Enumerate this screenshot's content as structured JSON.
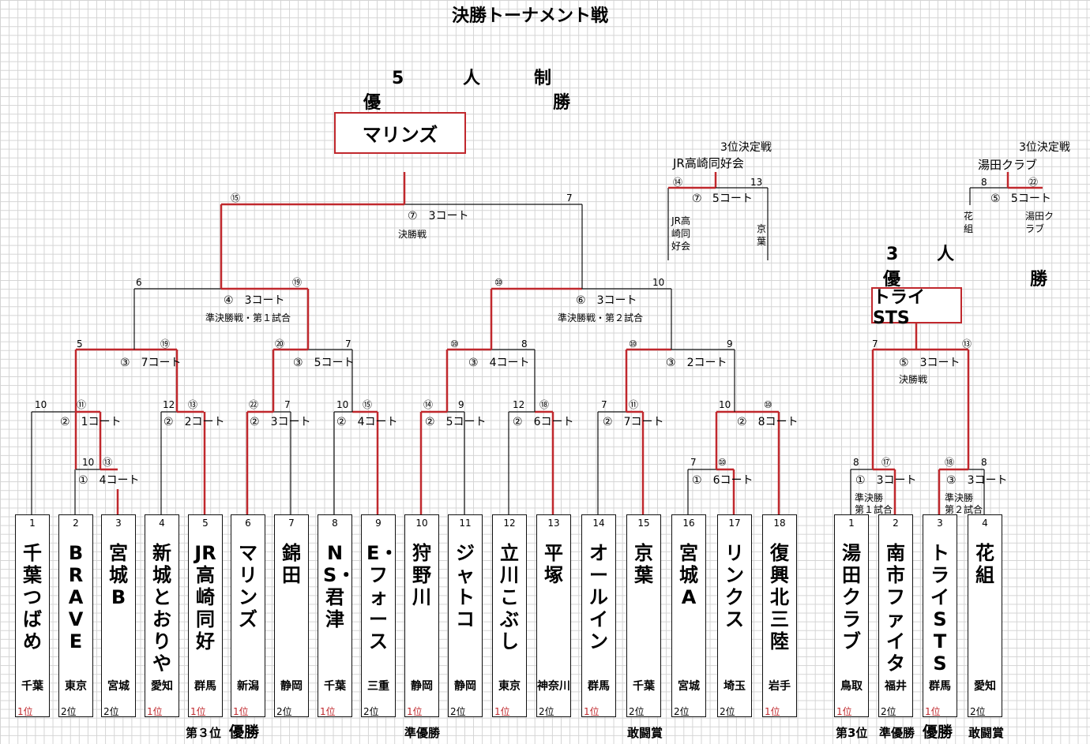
{
  "title": "決勝トーナメント戦",
  "five": {
    "header": [
      "5",
      "人",
      "制"
    ],
    "champion_label": [
      "優",
      "勝"
    ],
    "champion": "マリンズ",
    "third_place": {
      "title": "3位決定戦",
      "winner": "JR高崎同好会",
      "mark": "⑦",
      "court": "5コート",
      "score_left": "⑭",
      "score_right": "13",
      "left_team": "JR高崎同好会",
      "right_team": "京葉"
    }
  },
  "three": {
    "header": [
      "3",
      "人"
    ],
    "champion_label": [
      "優",
      "勝"
    ],
    "champion": "トライSTS",
    "third_place": {
      "title": "3位決定戦",
      "winner": "湯田クラブ",
      "mark": "⑤",
      "court": "5コート",
      "score_left": "8",
      "score_right": "㉒",
      "left_team": "花組",
      "right_team": "湯田クラブ"
    }
  },
  "match_labels": [
    {
      "mark": "⑦",
      "court": "3コート",
      "sub": "決勝戦"
    },
    {
      "mark": "④",
      "court": "3コート",
      "sub": "準決勝戦・第１試合"
    },
    {
      "mark": "⑥",
      "court": "3コート",
      "sub": "準決勝戦・第２試合"
    },
    {
      "mark": "③",
      "court": "7コート"
    },
    {
      "mark": "③",
      "court": "5コート"
    },
    {
      "mark": "③",
      "court": "4コート"
    },
    {
      "mark": "③",
      "court": "2コート"
    },
    {
      "mark": "②",
      "court": "1コート"
    },
    {
      "mark": "②",
      "court": "2コート"
    },
    {
      "mark": "②",
      "court": "3コート"
    },
    {
      "mark": "②",
      "court": "4コート"
    },
    {
      "mark": "②",
      "court": "5コート"
    },
    {
      "mark": "②",
      "court": "6コート"
    },
    {
      "mark": "②",
      "court": "7コート"
    },
    {
      "mark": "②",
      "court": "8コート"
    },
    {
      "mark": "①",
      "court": "4コート"
    },
    {
      "mark": "①",
      "court": "6コート"
    },
    {
      "mark": "⑤",
      "court": "3コート",
      "sub": "決勝戦"
    },
    {
      "mark": "①",
      "court": "3コート",
      "sub": "準決勝\n第１試合"
    },
    {
      "mark": "③",
      "court": "3コート",
      "sub": "準決勝\n第２試合"
    }
  ],
  "scores": [
    "⑮",
    "7",
    "6",
    "⑲",
    "⑩",
    "10",
    "5",
    "⑲",
    "⑳",
    "7",
    "⑩",
    "8",
    "⑩",
    "9",
    "10",
    "⑪",
    "12",
    "⑬",
    "㉒",
    "7",
    "10",
    "⑮",
    "⑭",
    "9",
    "12",
    "⑱",
    "7",
    "⑪",
    "10",
    "⑩",
    "10",
    "⑬",
    "7",
    "⑩",
    "7",
    "⑬",
    "8",
    "⑰",
    "⑱",
    "8"
  ],
  "teams": [
    {
      "no": "1",
      "name": "千葉つばめ",
      "pref": "千葉",
      "rank": "1位"
    },
    {
      "no": "2",
      "name": "BRAVE",
      "pref": "東京",
      "rank": "2位"
    },
    {
      "no": "3",
      "name": "宮城B",
      "pref": "宮城",
      "rank": "2位"
    },
    {
      "no": "4",
      "name": "新城とおりや",
      "pref": "愛知",
      "rank": "1位"
    },
    {
      "no": "5",
      "name": "JR高崎同好",
      "pref": "群馬",
      "rank": "1位"
    },
    {
      "no": "6",
      "name": "マリンズ",
      "pref": "新潟",
      "rank": "1位"
    },
    {
      "no": "7",
      "name": "錦田",
      "pref": "静岡",
      "rank": "2位"
    },
    {
      "no": "8",
      "name": "NS・君津",
      "pref": "千葉",
      "rank": "1位"
    },
    {
      "no": "9",
      "name": "E・フォース",
      "pref": "三重",
      "rank": "2位"
    },
    {
      "no": "10",
      "name": "狩野川",
      "pref": "静岡",
      "rank": "1位"
    },
    {
      "no": "11",
      "name": "ジャトコ",
      "pref": "静岡",
      "rank": "2位"
    },
    {
      "no": "12",
      "name": "立川こぶし",
      "pref": "東京",
      "rank": "1位"
    },
    {
      "no": "13",
      "name": "平塚",
      "pref": "神奈川",
      "rank": "2位"
    },
    {
      "no": "14",
      "name": "オールイン",
      "pref": "群馬",
      "rank": "1位"
    },
    {
      "no": "15",
      "name": "京葉",
      "pref": "千葉",
      "rank": "2位"
    },
    {
      "no": "16",
      "name": "宮城A",
      "pref": "宮城",
      "rank": "2位"
    },
    {
      "no": "17",
      "name": "リンクス",
      "pref": "埼玉",
      "rank": "2位"
    },
    {
      "no": "18",
      "name": "復興北三陸",
      "pref": "岩手",
      "rank": "1位"
    }
  ],
  "teams3": [
    {
      "no": "1",
      "name": "湯田クラブ",
      "pref": "鳥取",
      "rank": "1位"
    },
    {
      "no": "2",
      "name": "南市ファイタ",
      "pref": "福井",
      "rank": "2位"
    },
    {
      "no": "3",
      "name": "トライSTS",
      "pref": "群馬",
      "rank": "1位"
    },
    {
      "no": "4",
      "name": "花組",
      "pref": "愛知",
      "rank": "2位"
    }
  ],
  "awards": [
    "第３位",
    "優勝",
    "準優勝",
    "敢闘賞",
    "第3位",
    "準優勝",
    "優勝",
    "敢闘賞"
  ],
  "colors": {
    "win_line": "#c0282d",
    "line": "#111111",
    "grid": "#d4d4d4"
  }
}
